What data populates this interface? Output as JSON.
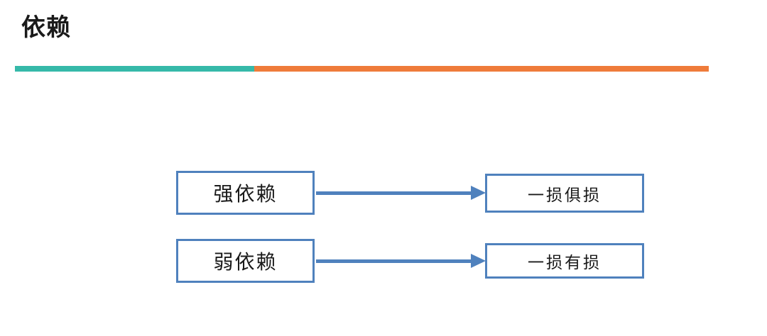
{
  "page": {
    "title": "依赖"
  },
  "colors": {
    "teal": "#36B9A9",
    "orange": "#EF7B3A",
    "blue": "#4F81BD",
    "ink": "#1A1A1A"
  },
  "divider": {
    "left_segment_color": "#36B9A9",
    "right_segment_color": "#EF7B3A"
  },
  "diagram": {
    "rows": [
      {
        "source": "强依赖",
        "target": "一损俱损"
      },
      {
        "source": "弱依赖",
        "target": "一损有损"
      }
    ]
  }
}
